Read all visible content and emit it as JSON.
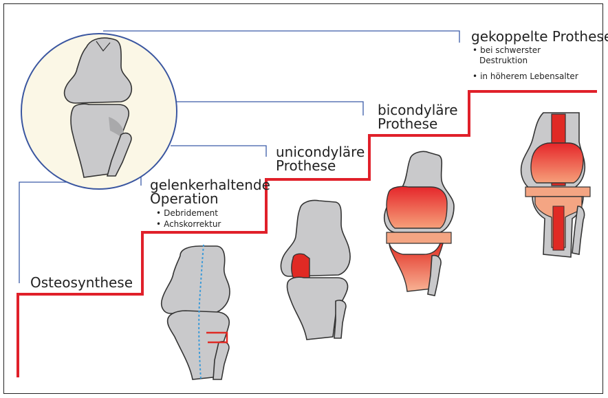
{
  "labels": {
    "osteosynthese": "Osteosynthese",
    "gelenk_1": "gelenkerhaltende",
    "gelenk_2": "Operation",
    "gelenk_b1": "Debridement",
    "gelenk_b2": "Achskorrektur",
    "uni_1": "unicondyläre",
    "uni_2": "Prothese",
    "bi_1": "bicondyläre",
    "bi_2": "Prothese",
    "gek_title": "gekoppelte Prothese",
    "gek_b1a": "bei schwerster",
    "gek_b1b": "Destruktion",
    "gek_b2": "in höherem Lebensalter"
  },
  "colors": {
    "staircase": "#e0202a",
    "leader_lines": "#3a5aa8",
    "bone_fill": "#c9c9cb",
    "bone_stroke": "#333333",
    "circle_fill": "#fbf7e6",
    "circle_stroke": "#3a56a0",
    "implant_red": "#e02a24",
    "implant_light": "#f4a583",
    "osteotomy_line": "#3a9ad9"
  }
}
